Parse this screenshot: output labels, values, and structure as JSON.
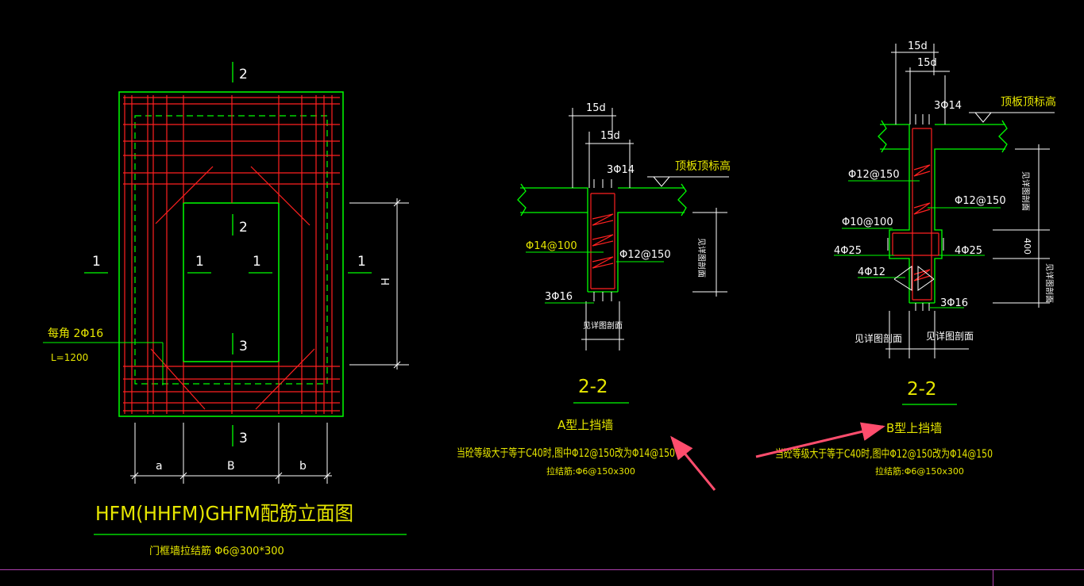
{
  "colors": {
    "background": "#000000",
    "outline": "#00ff00",
    "rebar": "#ff2020",
    "text_yellow": "#e6e600",
    "text_white": "#ffffff",
    "annotation_arrow": "#ff4d6d",
    "status_border": "#b040b0"
  },
  "elevation": {
    "section_mark_top": "2",
    "section_mark_mid_top": "2",
    "section_mark_mid_bottom": "3",
    "section_mark_bottom": "3",
    "section_mark_left_outer": "1",
    "section_mark_left_inner": "1",
    "section_mark_right_inner": "1",
    "section_mark_right_outer": "1",
    "corner_bar": "每角  2Φ16",
    "corner_bar_length": "L=1200",
    "dim_H": "H",
    "dim_a": "a",
    "dim_B": "B",
    "dim_b": "b",
    "title": "HFM(HHFM)GHFM配筋立面图",
    "subtitle": "门框墙拉结筋    Φ6@300*300"
  },
  "section_a": {
    "dim_outer": "15d",
    "dim_inner": "15d",
    "top_bars": "3Φ14",
    "top_level": "顶板顶标高",
    "stirrup": "Φ14@100",
    "vertical_bar": "Φ12@150",
    "bottom_bars": "3Φ16",
    "see_detail_right": "见详图剖面",
    "see_detail_bottom": "见详图剖面",
    "section_label": "2-2",
    "wall_type": "A型上挡墙",
    "note": "当砼等级大于等于C40时,图中Φ12@150改为Φ14@150",
    "tie_bar": "拉结筋:Φ6@150x300"
  },
  "section_b": {
    "dim_outer": "15d",
    "dim_inner": "15d",
    "top_bars": "3Φ14",
    "top_level": "顶板顶标高",
    "bar_left_top": "Φ12@150",
    "bar_right": "Φ12@150",
    "bar_left_mid": "Φ10@100",
    "bars_left": "4Φ25",
    "bars_right": "4Φ25",
    "bars_bottom_left": "4Φ12",
    "bottom_bars": "3Φ16",
    "dim_400": "400",
    "see_detail_right_top": "见详图剖面",
    "see_detail_right_bottom": "见详图剖面",
    "see_detail_bottom_left": "见详图剖面",
    "see_detail_bottom_right": "见详图剖面",
    "section_label": "2-2",
    "wall_type": "B型上挡墙",
    "note": "当砼等级大于等于C40时,图中Φ12@150改为Φ14@150",
    "tie_bar": "拉结筋:Φ6@150x300"
  }
}
